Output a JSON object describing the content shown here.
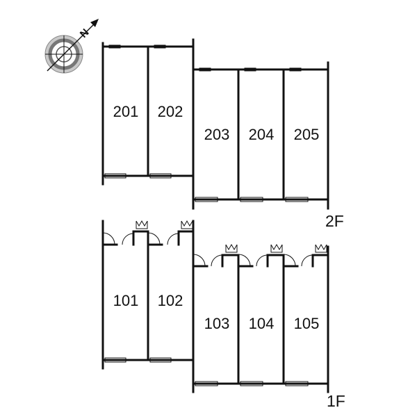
{
  "compass": {
    "north_label": "N",
    "icon": "compass-rose-icon",
    "arrow_color": "#111111",
    "ring_color": "#bbbbbb"
  },
  "floors": [
    {
      "label": "2F",
      "rooms": [
        "201",
        "202",
        "203",
        "204",
        "205"
      ]
    },
    {
      "label": "1F",
      "rooms": [
        "101",
        "102",
        "103",
        "104",
        "105"
      ]
    }
  ]
}
